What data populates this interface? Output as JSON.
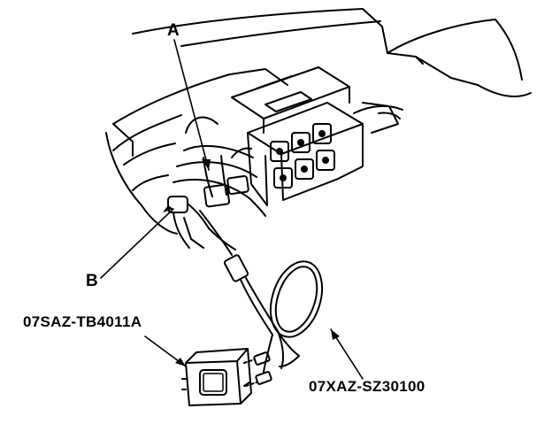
{
  "callouts": {
    "a": "A",
    "b": "B",
    "tool_1": "07SAZ-TB4011A",
    "tool_2": "07XAZ-SZ30100"
  },
  "colors": {
    "ink": "#000000",
    "paper": "#ffffff"
  }
}
